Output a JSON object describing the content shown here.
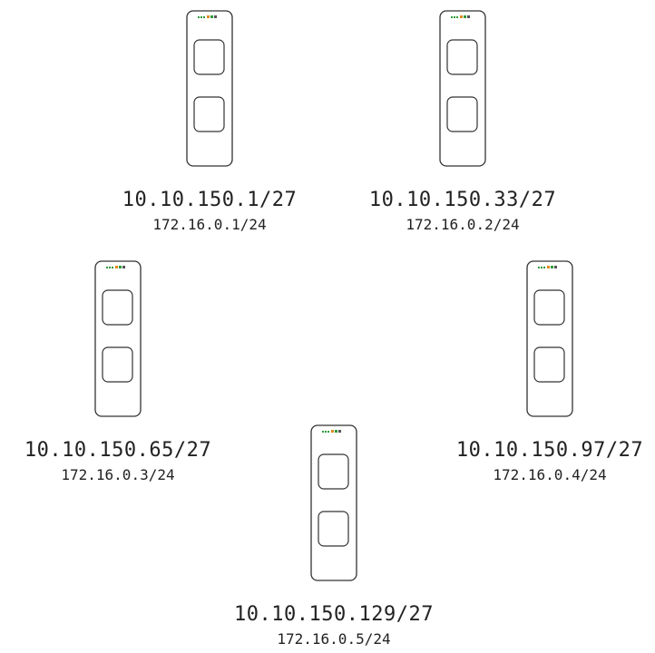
{
  "colors": {
    "outline": "#333333",
    "led_green": "#2e9a3a",
    "led_orange": "#e08a1e",
    "led_dark": "#555555"
  },
  "device_icon": "network-device-icon",
  "nodes": [
    {
      "id": "node-1",
      "primary": "10.10.150.1/27",
      "secondary": "172.16.0.1/24"
    },
    {
      "id": "node-2",
      "primary": "10.10.150.33/27",
      "secondary": "172.16.0.2/24"
    },
    {
      "id": "node-3",
      "primary": "10.10.150.65/27",
      "secondary": "172.16.0.3/24"
    },
    {
      "id": "node-4",
      "primary": "10.10.150.97/27",
      "secondary": "172.16.0.4/24"
    },
    {
      "id": "node-5",
      "primary": "10.10.150.129/27",
      "secondary": "172.16.0.5/24"
    }
  ]
}
